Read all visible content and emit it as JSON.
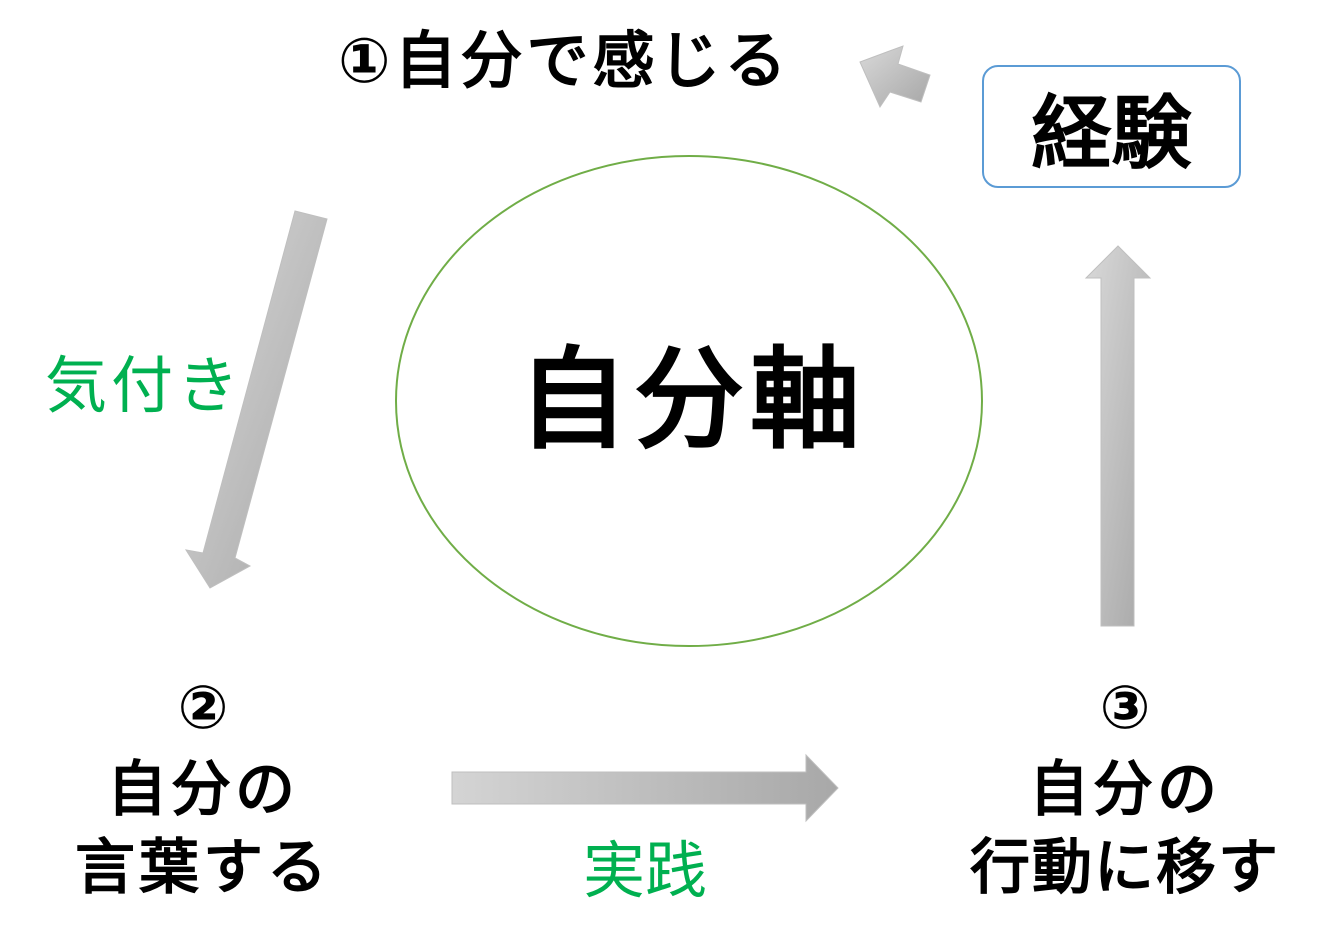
{
  "step1": "①自分で感じる",
  "experience": "経験",
  "center": "自分軸",
  "awareness": "気付き",
  "step2": {
    "num": "②",
    "line1": "自分の",
    "line2": "言葉する"
  },
  "practice": "実践",
  "step3": {
    "num": "③",
    "line1": "自分の",
    "line2": "行動に移す"
  },
  "colors": {
    "green_text": "#00b050",
    "ellipse": "#70ad47",
    "box_border": "#5b9bd5",
    "arrow": "#c0c0c0"
  }
}
